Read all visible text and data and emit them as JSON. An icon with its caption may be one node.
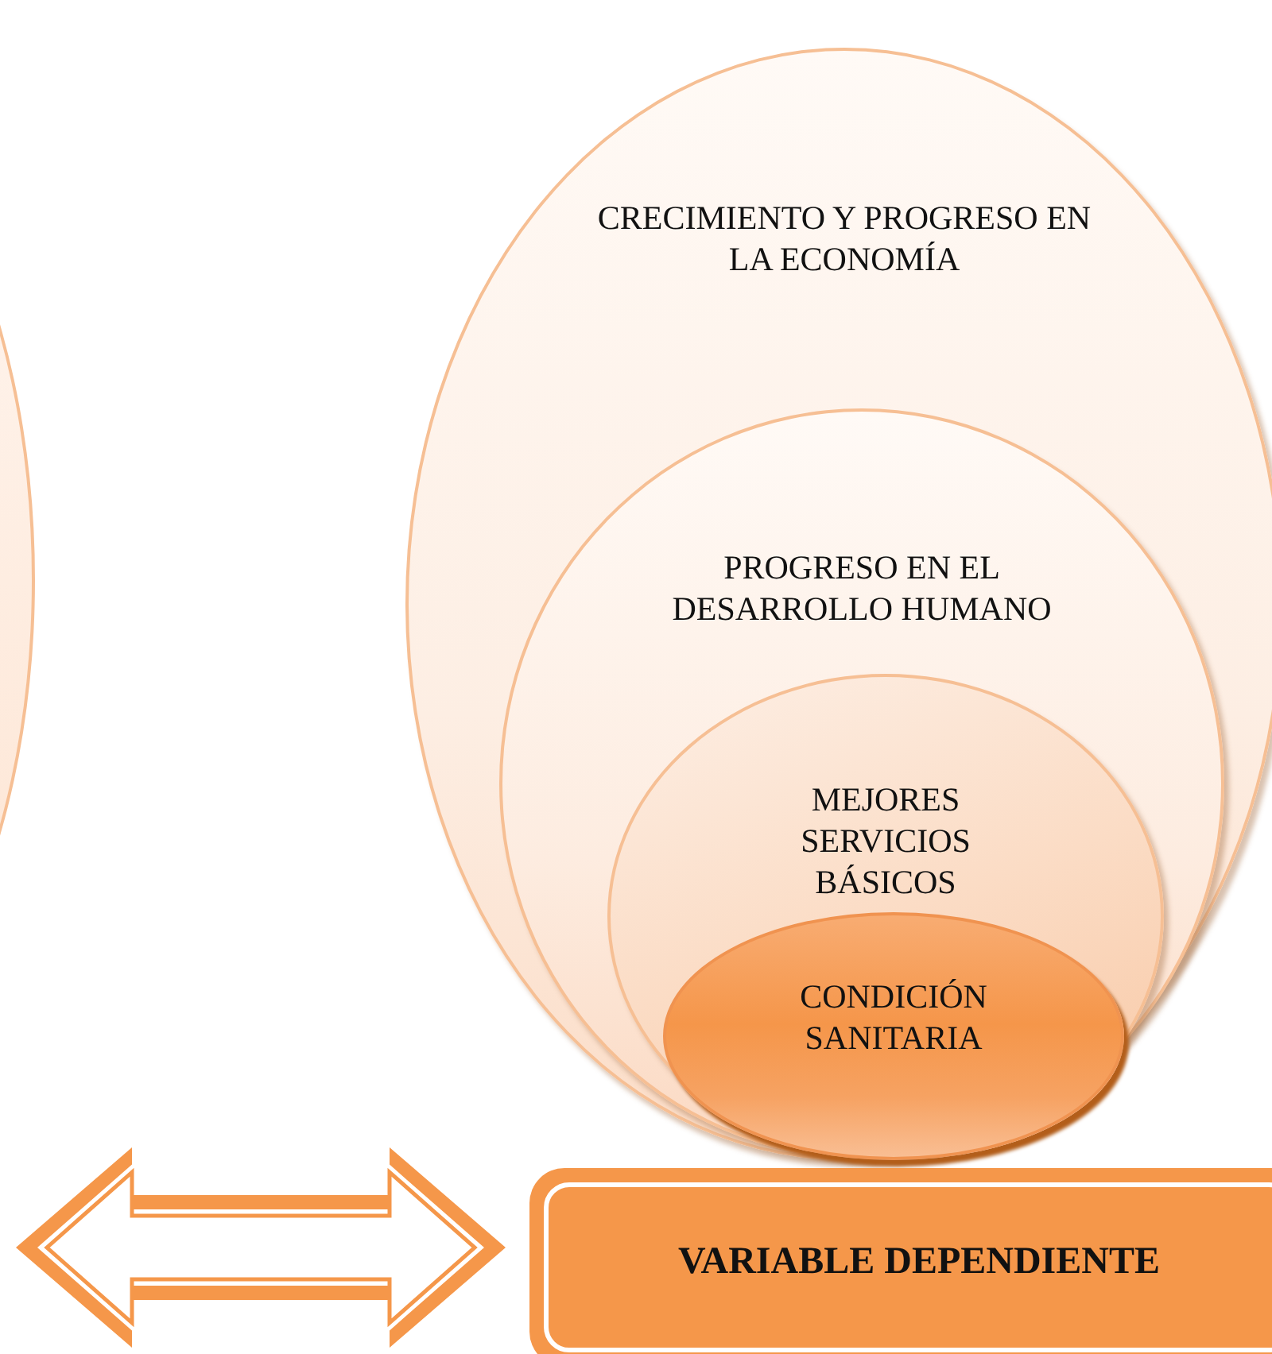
{
  "diagram": {
    "nodes": [
      {
        "text": [],
        "shape": "circle"
      },
      {
        "text": [
          "CRECIMIENTO Y PROGRESO EN LA ECONOMÍA"
        ]
      },
      {
        "text": [
          "PROGRESO EN EL DESARROLLO HUMANO"
        ],
        "in": 1
      },
      {
        "text": [
          "MEJORES SERVICIOS BÁSICOS"
        ],
        "in": 2
      },
      {
        "text": [
          "CONDICIÓN SANITARIA"
        ],
        "in": 3
      },
      {
        "text": [
          "VARIABLE DEPENDIENTE"
        ]
      }
    ],
    "edges": [
      {
        "from": null,
        "to": 5,
        "arrow": "both"
      }
    ]
  }
}
